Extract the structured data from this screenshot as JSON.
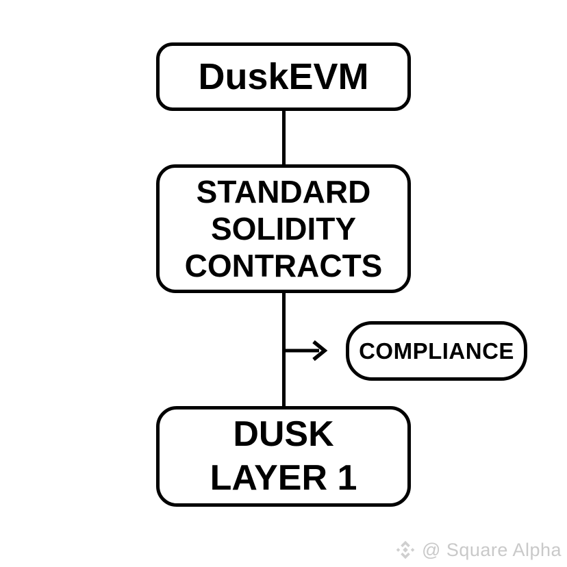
{
  "diagram": {
    "type": "flowchart",
    "nodes": {
      "duskevm": {
        "label": "DuskEVM"
      },
      "standard_solidity_contracts": {
        "lines": [
          "STANDARD",
          "SOLIDITY",
          "CONTRACTS"
        ]
      },
      "compliance": {
        "label": "COMPLIANCE"
      },
      "dusk_layer_1": {
        "lines": [
          "DUSK",
          "LAYER 1"
        ]
      }
    },
    "edges": [
      {
        "from": "duskevm",
        "to": "standard_solidity_contracts",
        "style": "plain-line"
      },
      {
        "from": "standard_solidity_contracts",
        "to": "dusk_layer_1",
        "style": "plain-line"
      },
      {
        "from": "standard_solidity_contracts-dusk_layer_1-connector",
        "to": "compliance",
        "style": "arrow"
      }
    ],
    "colors": {
      "background": "#ffffff",
      "node_fill": "#ffffff",
      "node_border": "#000000",
      "text": "#000000",
      "line": "#000000"
    }
  },
  "watermark": {
    "icon": "binance-square-logo-icon",
    "text": "@ Square Alpha",
    "color": "#c9c9c9"
  }
}
